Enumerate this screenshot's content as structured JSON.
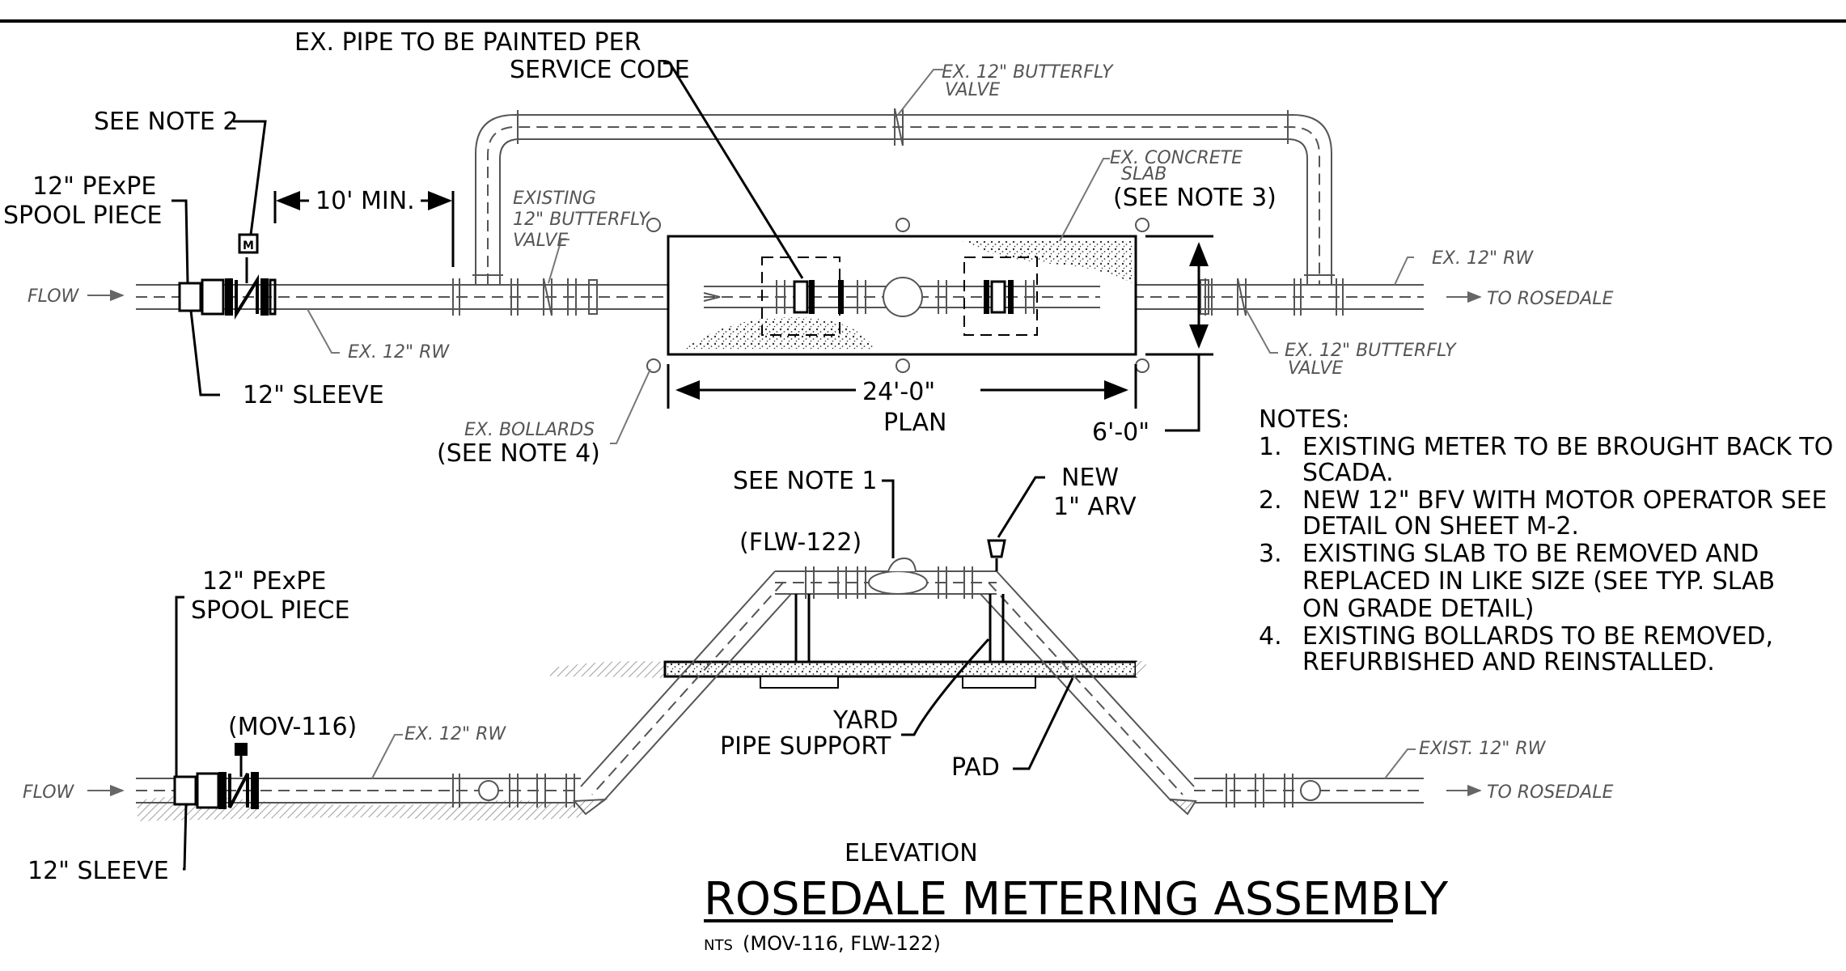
{
  "labels": {
    "see_note_2": "SEE NOTE 2",
    "spool_piece_top_1": "12\" PExPE",
    "spool_piece_top_2": "SPOOL PIECE",
    "sleeve_top": "12\" SLEEVE",
    "ten_min": "10' MIN.",
    "ex_pipe_painted_1": "EX. PIPE TO BE PAINTED PER",
    "ex_pipe_painted_2": "SERVICE CODE",
    "see_note_3": "(SEE NOTE 3)",
    "see_note_4": "(SEE NOTE 4)",
    "dim_24": "24'-0\"",
    "plan": "PLAN",
    "dim_6": "6'-0\"",
    "see_note_1": "SEE NOTE 1",
    "flw_122": "(FLW-122)",
    "new_arv_1": "NEW",
    "new_arv_2": "1\" ARV",
    "spool_piece_bot_1": "12\" PExPE",
    "spool_piece_bot_2": "SPOOL PIECE",
    "mov_116": "(MOV-116)",
    "sleeve_bot": "12\" SLEEVE",
    "yard_1": "YARD",
    "yard_2": "PIPE SUPPORT",
    "pad": "PAD",
    "elevation": "ELEVATION",
    "title": "ROSEDALE METERING ASSEMBLY",
    "nts": "NTS",
    "nts_tags": "(MOV-116, FLW-122)",
    "motor_tag": "M"
  },
  "italic_labels": {
    "ex_bfv_top_1": "EX. 12\" BUTTERFLY",
    "ex_bfv_top_2": "VALVE",
    "existing_bfv_1": "EXISTING",
    "existing_bfv_2": "12\" BUTTERFLY",
    "existing_bfv_3": "VALVE",
    "ex_slab_1": "EX. CONCRETE",
    "ex_slab_2": "SLAB",
    "ex_rw_plan_right": "EX. 12\" RW",
    "ex_rw_plan_left": "EX. 12\" RW",
    "ex_bfv_right_1": "EX. 12\" BUTTERFLY",
    "ex_bfv_right_2": "VALVE",
    "ex_bollards": "EX. BOLLARDS",
    "flow_top": "FLOW",
    "to_rosedale_top": "TO ROSEDALE",
    "flow_bot": "FLOW",
    "ex_rw_elev": "EX. 12\" RW",
    "exist_rw_elev": "EXIST. 12\" RW",
    "to_rosedale_bot": "TO ROSEDALE"
  },
  "notes": {
    "heading": "NOTES:",
    "items": [
      {
        "num": "1.",
        "lines": [
          "EXISTING METER TO BE BROUGHT BACK TO",
          "SCADA."
        ]
      },
      {
        "num": "2.",
        "lines": [
          "NEW 12\" BFV WITH MOTOR OPERATOR SEE",
          "DETAIL ON SHEET M-2."
        ]
      },
      {
        "num": "3.",
        "lines": [
          "EXISTING SLAB TO BE REMOVED AND",
          "REPLACED IN LIKE SIZE (SEE TYP. SLAB",
          "ON GRADE DETAIL)"
        ]
      },
      {
        "num": "4.",
        "lines": [
          "EXISTING BOLLARDS TO BE REMOVED,",
          "REFURBISHED AND REINSTALLED."
        ]
      }
    ]
  }
}
